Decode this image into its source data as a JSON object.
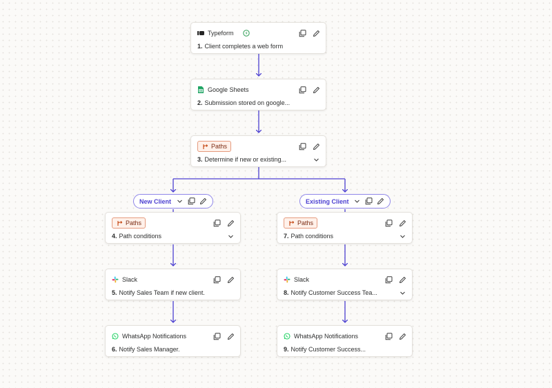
{
  "colors": {
    "connector": "#4b3fd1",
    "path_badge_border": "#e59a7d",
    "path_badge_bg": "#fff1ea",
    "pill_border": "#8f86e8"
  },
  "steps": [
    {
      "id": "typeform",
      "app": "Typeform",
      "app_icon": "typeform-icon",
      "status_icon": "green-check-circle-icon",
      "number": "1.",
      "text": "Client completes a web form",
      "expandable": false
    },
    {
      "id": "sheets",
      "app": "Google Sheets",
      "app_icon": "google-sheets-icon",
      "number": "2.",
      "text": "Submission stored on google...",
      "expandable": false
    },
    {
      "id": "paths-main",
      "app": "Paths",
      "app_icon": "paths-icon",
      "number": "3.",
      "text": "Determine if new or existing...",
      "expandable": true
    }
  ],
  "branches": [
    {
      "label": "New Client",
      "steps": [
        {
          "app": "Paths",
          "app_icon": "paths-icon",
          "number": "4.",
          "text": "Path conditions",
          "expandable": true
        },
        {
          "app": "Slack",
          "app_icon": "slack-icon",
          "number": "5.",
          "text": "Notify Sales Team if new client.",
          "expandable": false
        },
        {
          "app": "WhatsApp Notifications",
          "app_icon": "whatsapp-icon",
          "number": "6.",
          "text": "Notify Sales Manager.",
          "expandable": false
        }
      ]
    },
    {
      "label": "Existing Client",
      "steps": [
        {
          "app": "Paths",
          "app_icon": "paths-icon",
          "number": "7.",
          "text": "Path conditions",
          "expandable": true
        },
        {
          "app": "Slack",
          "app_icon": "slack-icon",
          "number": "8.",
          "text": "Notify Customer Success Tea...",
          "expandable": true
        },
        {
          "app": "WhatsApp Notifications",
          "app_icon": "whatsapp-icon",
          "number": "9.",
          "text": "Notify Customer Success...",
          "expandable": false
        }
      ]
    }
  ]
}
